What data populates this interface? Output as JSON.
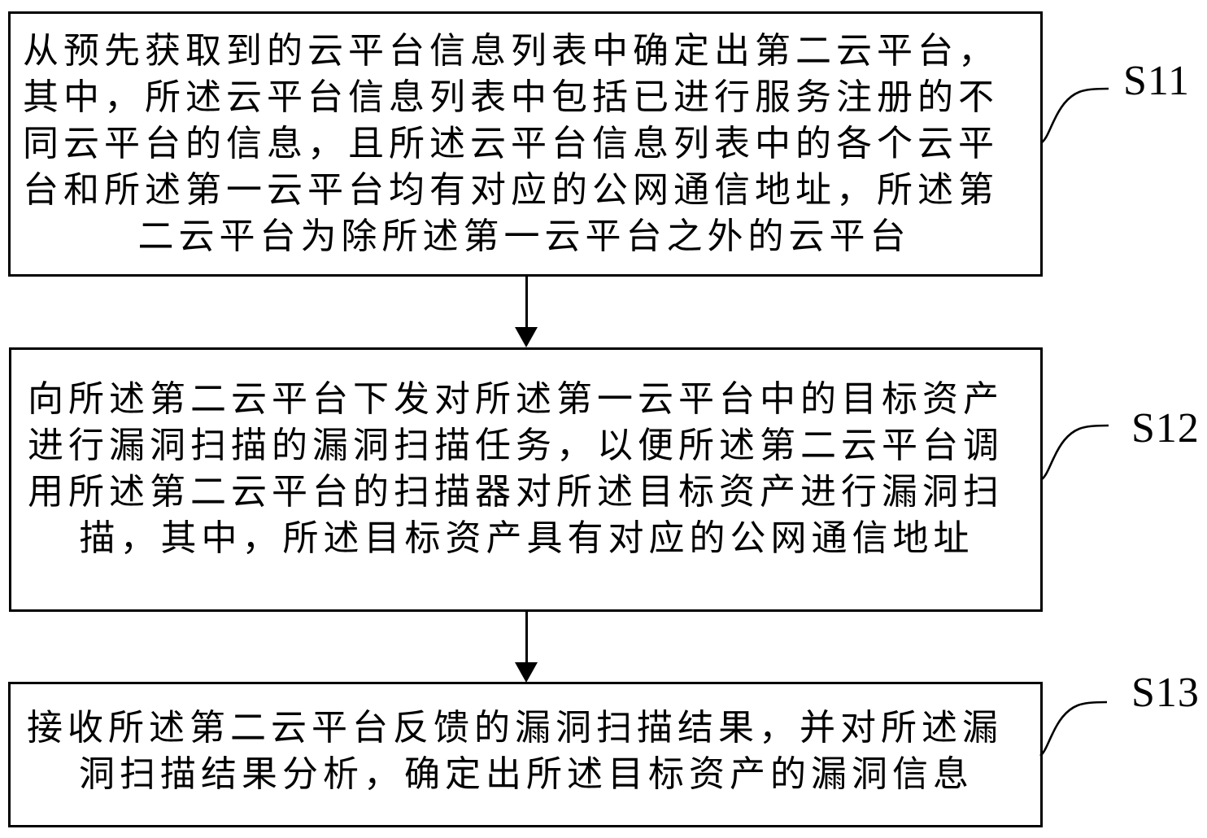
{
  "figure": {
    "background_color": "#ffffff",
    "line_color": "#000000"
  },
  "steps": [
    {
      "label": "S11",
      "lines": [
        "从预先获取到的云平台信息列表中确定出第二云平台，",
        "其中，所述云平台信息列表中包括已进行服务注册的不",
        "同云平台的信息，且所述云平台信息列表中的各个云平",
        "台和所述第一云平台均有对应的公网通信地址，所述第",
        "二云平台为除所述第一云平台之外的云平台"
      ]
    },
    {
      "label": "S12",
      "lines": [
        "向所述第二云平台下发对所述第一云平台中的目标资产",
        "进行漏洞扫描的漏洞扫描任务，以便所述第二云平台调",
        "用所述第二云平台的扫描器对所述目标资产进行漏洞扫",
        "描，其中，所述目标资产具有对应的公网通信地址"
      ]
    },
    {
      "label": "S13",
      "lines": [
        "接收所述第二云平台反馈的漏洞扫描结果，并对所述漏",
        "洞扫描结果分析，确定出所述目标资产的漏洞信息"
      ]
    }
  ]
}
